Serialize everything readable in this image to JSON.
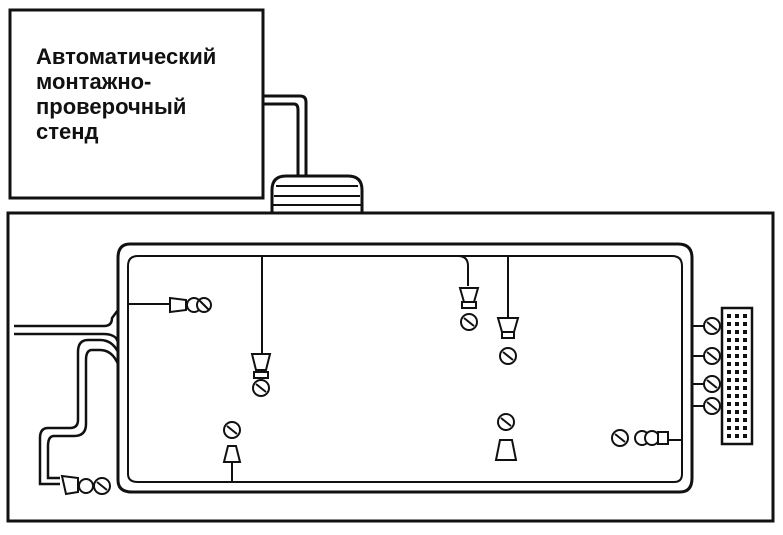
{
  "stand": {
    "lines": [
      "Автоматический",
      "монтажно-",
      "проверочный",
      "стенд"
    ]
  },
  "connector": {
    "icon": "multi-pin-connector-icon"
  },
  "cable_plug": {
    "icon": "cable-plug-icon"
  },
  "lamps": {
    "icon": "lamp-socket-icon",
    "count": 9
  },
  "style": {
    "ink": "#111111",
    "background": "#ffffff"
  }
}
